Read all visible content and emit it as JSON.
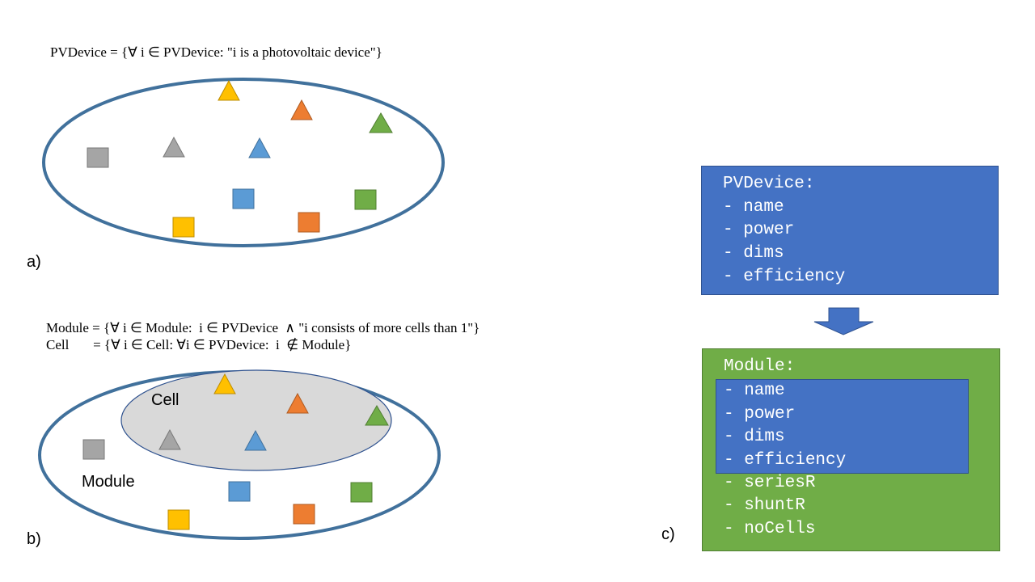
{
  "panel_a": {
    "label": "a)",
    "formula": "PVDevice = {∀ i ∈ PVDevice: \"i is a photovoltaic device\"}"
  },
  "panel_b": {
    "label": "b)",
    "formula_module": "Module = {∀ i ∈ Module:  i ∈ PVDevice  ∧ \"i consists of more cells than 1\"}",
    "formula_cell": "Cell       = {∀ i ∈ Cell: ∀i ∈ PVDevice:  i  ∉ Module}",
    "cell_set_label": "Cell",
    "module_set_label": "Module"
  },
  "panel_c": {
    "label": "c)",
    "pvdevice_class": {
      "title": "PVDevice:",
      "attributes": [
        "- name",
        "- power",
        "- dims",
        "- efficiency"
      ]
    },
    "module_class": {
      "title": "Module:",
      "inherited_attributes": [
        "- name",
        "- power",
        "- dims",
        "- efficiency"
      ],
      "own_attributes": [
        "- seriesR",
        "- shuntR",
        "- noCells"
      ]
    }
  },
  "colors": {
    "ellipse_stroke": "#41719c",
    "yellow": "#ffc000",
    "orange": "#ed7d31",
    "green": "#70ad47",
    "blue": "#5b9bd5",
    "gray": "#a5a5a5",
    "class_blue": "#4472c4",
    "class_green": "#70ad47",
    "cell_fill": "#d9d9d9"
  }
}
